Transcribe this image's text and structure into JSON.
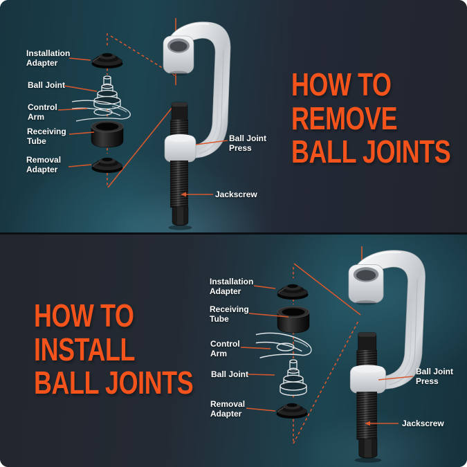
{
  "colors": {
    "accent": "#F4531C",
    "leader_line": "#D8582E",
    "label_text": "#FFFFFF",
    "background_teal": "#17343F",
    "background_navy": "#21252E"
  },
  "remove_panel": {
    "heading": [
      "HOW TO",
      "REMOVE",
      "BALL JOINTS"
    ],
    "labels": {
      "installation_adapter": "Installation\nAdapter",
      "ball_joint": "Ball Joint",
      "control_arm": "Control\nArm",
      "receiving_tube": "Receiving\nTube",
      "removal_adapter": "Removal\nAdapter",
      "ball_joint_press": "Ball Joint\nPress",
      "jackscrew": "Jackscrew"
    }
  },
  "install_panel": {
    "heading": [
      "HOW TO",
      "INSTALL",
      "BALL JOINTS"
    ],
    "labels": {
      "installation_adapter": "Installation\nAdapter",
      "receiving_tube": "Receiving\nTube",
      "control_arm": "Control\nArm",
      "ball_joint": "Ball Joint",
      "removal_adapter": "Removal\nAdapter",
      "ball_joint_press": "Ball Joint\nPress",
      "jackscrew": "Jackscrew"
    }
  }
}
